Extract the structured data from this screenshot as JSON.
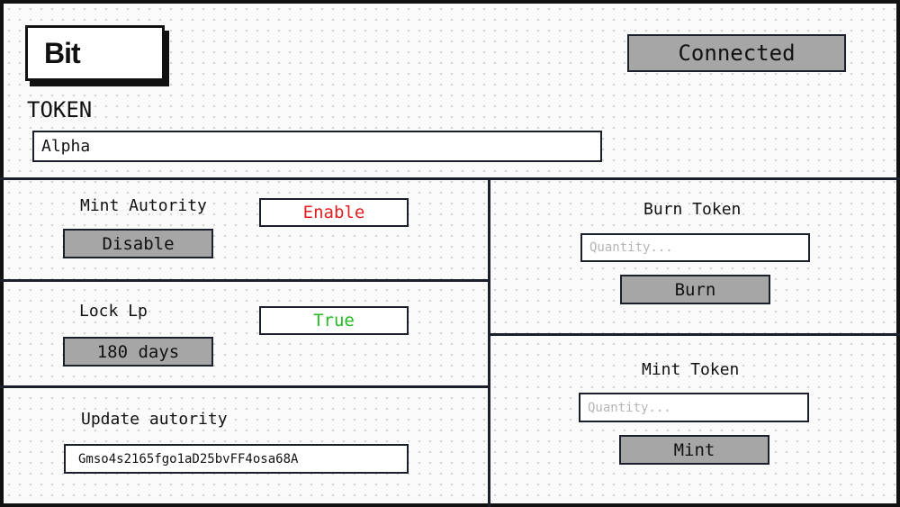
{
  "header": {
    "logo_text": "Bit",
    "status_button": "Connected",
    "token_label": "TOKEN",
    "token_name_value": "Alpha"
  },
  "mint_authority": {
    "label": "Mint Autority",
    "status": "Enable",
    "button": "Disable",
    "status_color": "#e02020"
  },
  "lock_lp": {
    "label": "Lock Lp",
    "status": "True",
    "button": "180 days",
    "status_color": "#22bb22"
  },
  "update_authority": {
    "label": "Update autority",
    "address": "Gmso4s2165fgo1aD25bvFF4osa68A"
  },
  "burn_token": {
    "title": "Burn Token",
    "quantity_placeholder": "Quantity...",
    "button": "Burn"
  },
  "mint_token": {
    "title": "Mint Token",
    "quantity_placeholder": "Quantity...",
    "button": "Mint"
  },
  "colors": {
    "button_gray": "#a6a6a6",
    "border": "#1a1f2b"
  }
}
